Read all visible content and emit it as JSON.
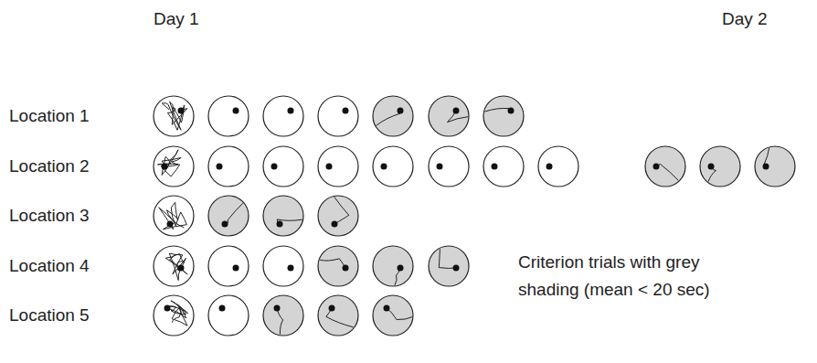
{
  "diagram": {
    "labels": [
      "Day 1",
      "Day 2",
      "Location 1",
      "Location 2",
      "Location 3",
      "Location 4",
      "Location 5",
      "Criterion trials with grey shading (mean < 20 sec)"
    ]
  }
}
